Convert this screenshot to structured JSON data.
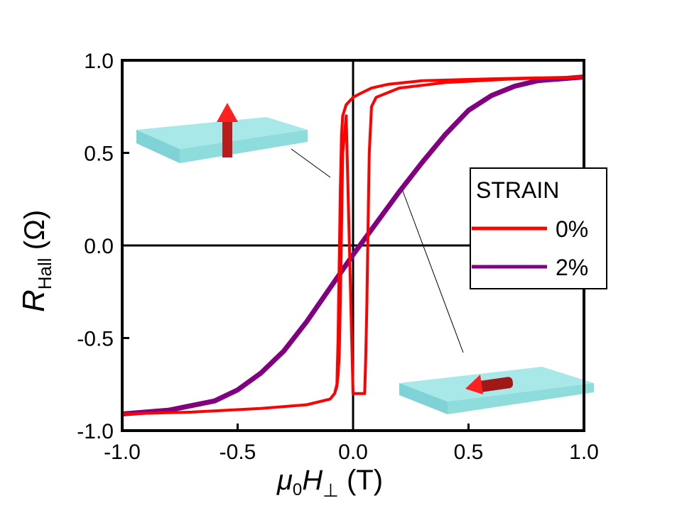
{
  "chart_data": {
    "type": "line",
    "title": "",
    "xlabel": {
      "mu": "μ",
      "sub0": "0",
      "H": "H",
      "perp": "⊥",
      "unit": " (T)"
    },
    "ylabel": {
      "R": "R",
      "sub": "Hall",
      "unit": " (Ω)"
    },
    "xlim": [
      -1.0,
      1.0
    ],
    "ylim": [
      -1.0,
      1.0
    ],
    "xticks": [
      "-1.0",
      "-0.5",
      "0.0",
      "0.5",
      "1.0"
    ],
    "yticks": [
      "1.0",
      "0.5",
      "0.0",
      "-0.5",
      "-1.0"
    ],
    "legend": {
      "title": "STRAIN",
      "placement": "right"
    },
    "series": [
      {
        "name": "0%",
        "color": "#ff0000",
        "x": [
          1.0,
          0.6,
          0.3,
          0.15,
          0.08,
          0.03,
          0.0,
          -0.03,
          -0.045,
          -0.05,
          -0.055,
          -0.06,
          -0.065,
          -0.07,
          -0.08,
          -0.1,
          -0.2,
          -0.4,
          -0.7,
          -1.0,
          -1.0,
          -0.7,
          -0.4,
          -0.2,
          -0.1,
          -0.08,
          -0.07,
          -0.065,
          -0.06,
          -0.055,
          -0.05,
          -0.045,
          -0.03,
          0.0,
          0.03,
          0.045,
          0.05,
          0.055,
          0.06,
          0.065,
          0.07,
          0.08,
          0.1,
          0.2,
          0.4,
          0.7,
          1.0
        ],
        "y": [
          0.91,
          0.9,
          0.89,
          0.87,
          0.85,
          0.82,
          0.8,
          0.76,
          0.7,
          0.6,
          0.3,
          -0.1,
          -0.5,
          -0.75,
          -0.8,
          -0.83,
          -0.86,
          -0.88,
          -0.9,
          -0.91,
          -0.91,
          -0.9,
          -0.88,
          -0.86,
          -0.83,
          -0.8,
          -0.76,
          -0.7,
          -0.6,
          -0.3,
          0.1,
          0.5,
          0.7,
          -0.8,
          -0.8,
          -0.8,
          -0.8,
          -0.6,
          -0.3,
          0.1,
          0.5,
          0.75,
          0.8,
          0.85,
          0.88,
          0.9,
          0.91
        ]
      },
      {
        "name": "2%",
        "color": "#800080",
        "x": [
          -1.0,
          -0.8,
          -0.6,
          -0.5,
          -0.4,
          -0.3,
          -0.2,
          -0.1,
          0.0,
          0.1,
          0.2,
          0.3,
          0.4,
          0.5,
          0.6,
          0.7,
          0.8,
          0.9,
          1.0
        ],
        "y": [
          -0.91,
          -0.89,
          -0.84,
          -0.78,
          -0.69,
          -0.57,
          -0.41,
          -0.23,
          -0.05,
          0.12,
          0.29,
          0.45,
          0.6,
          0.73,
          0.81,
          0.86,
          0.89,
          0.9,
          0.91
        ]
      }
    ]
  }
}
